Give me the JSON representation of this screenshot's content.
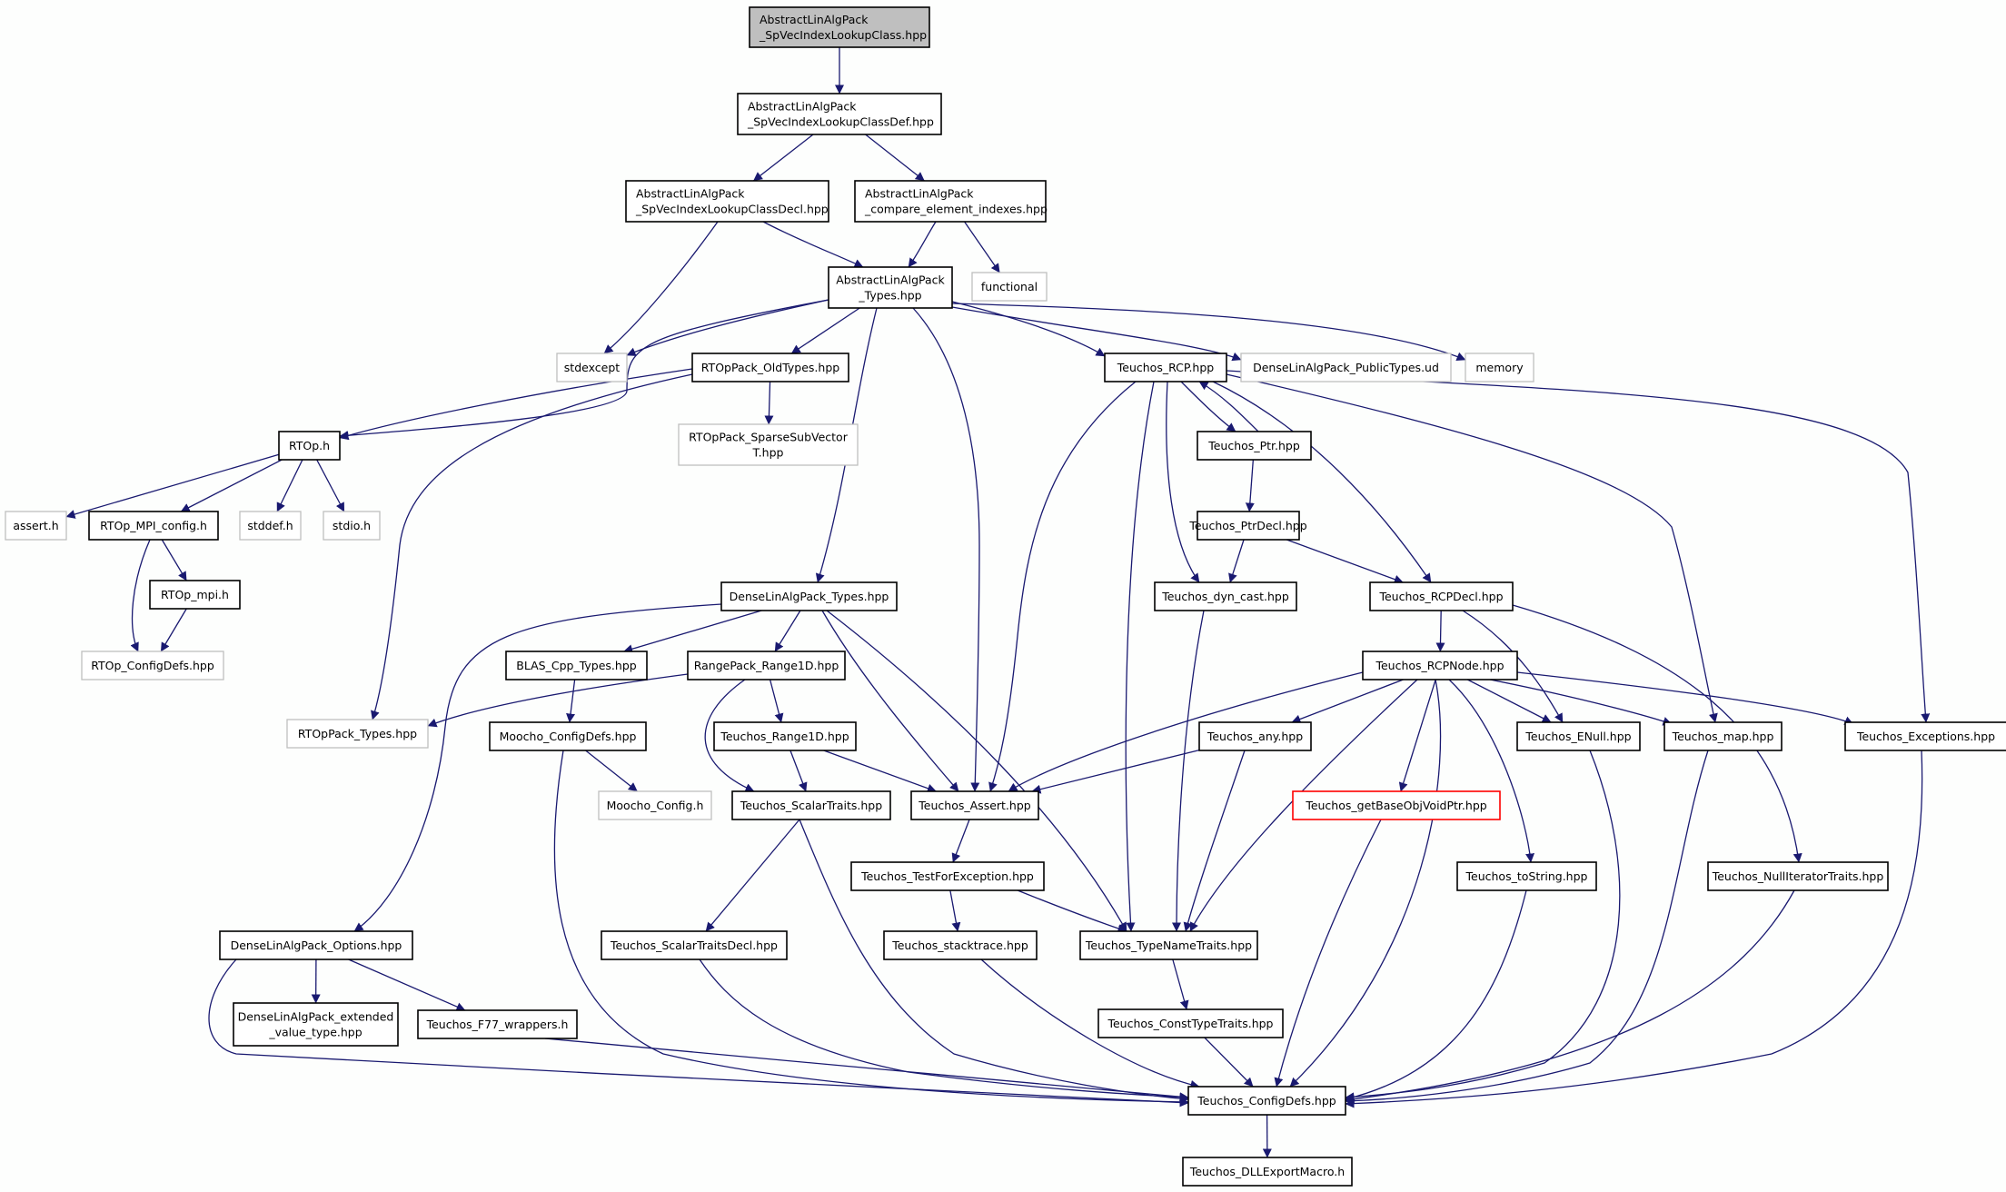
{
  "title": "",
  "nodes": [
    {
      "id": "root",
      "lines": [
        "AbstractLinAlgPack",
        "_SpVecIndexLookupClass.hpp"
      ],
      "kind": "root",
      "align": "left"
    },
    {
      "id": "def",
      "lines": [
        "AbstractLinAlgPack",
        "_SpVecIndexLookupClassDef.hpp"
      ],
      "kind": "normal",
      "align": "left"
    },
    {
      "id": "decl",
      "lines": [
        "AbstractLinAlgPack",
        "_SpVecIndexLookupClassDecl.hpp"
      ],
      "kind": "normal",
      "align": "left"
    },
    {
      "id": "cmp",
      "lines": [
        "AbstractLinAlgPack",
        "_compare_element_indexes.hpp"
      ],
      "kind": "normal",
      "align": "left"
    },
    {
      "id": "types",
      "lines": [
        "AbstractLinAlgPack",
        "_Types.hpp"
      ],
      "kind": "normal",
      "align": "center"
    },
    {
      "id": "functional",
      "lines": [
        "functional"
      ],
      "kind": "external",
      "align": "center"
    },
    {
      "id": "stdexcept",
      "lines": [
        "stdexcept"
      ],
      "kind": "external",
      "align": "center"
    },
    {
      "id": "oldtypes",
      "lines": [
        "RTOpPack_OldTypes.hpp"
      ],
      "kind": "normal",
      "align": "center"
    },
    {
      "id": "rcp",
      "lines": [
        "Teuchos_RCP.hpp"
      ],
      "kind": "normal",
      "align": "center"
    },
    {
      "id": "dlapubud",
      "lines": [
        "DenseLinAlgPack_PublicTypes.ud"
      ],
      "kind": "external",
      "align": "center"
    },
    {
      "id": "memory",
      "lines": [
        "memory"
      ],
      "kind": "external",
      "align": "center"
    },
    {
      "id": "rtoph",
      "lines": [
        "RTOp.h"
      ],
      "kind": "normal",
      "align": "center"
    },
    {
      "id": "sparsesub",
      "lines": [
        "RTOpPack_SparseSubVector",
        "T.hpp"
      ],
      "kind": "external",
      "align": "center"
    },
    {
      "id": "ptr",
      "lines": [
        "Teuchos_Ptr.hpp"
      ],
      "kind": "normal",
      "align": "center"
    },
    {
      "id": "asserth",
      "lines": [
        "assert.h"
      ],
      "kind": "external",
      "align": "center"
    },
    {
      "id": "mpiconfig",
      "lines": [
        "RTOp_MPI_config.h"
      ],
      "kind": "normal",
      "align": "center"
    },
    {
      "id": "stddef",
      "lines": [
        "stddef.h"
      ],
      "kind": "external",
      "align": "center"
    },
    {
      "id": "stdio",
      "lines": [
        "stdio.h"
      ],
      "kind": "external",
      "align": "center"
    },
    {
      "id": "ptrdecl",
      "lines": [
        "Teuchos_PtrDecl.hpp"
      ],
      "kind": "normal",
      "align": "center"
    },
    {
      "id": "rtopmpi",
      "lines": [
        "RTOp_mpi.h"
      ],
      "kind": "normal",
      "align": "center"
    },
    {
      "id": "dlatypes",
      "lines": [
        "DenseLinAlgPack_Types.hpp"
      ],
      "kind": "normal",
      "align": "center"
    },
    {
      "id": "dyncast",
      "lines": [
        "Teuchos_dyn_cast.hpp"
      ],
      "kind": "normal",
      "align": "center"
    },
    {
      "id": "rcpdecl",
      "lines": [
        "Teuchos_RCPDecl.hpp"
      ],
      "kind": "normal",
      "align": "center"
    },
    {
      "id": "rtopconfig",
      "lines": [
        "RTOp_ConfigDefs.hpp"
      ],
      "kind": "external",
      "align": "center"
    },
    {
      "id": "blas",
      "lines": [
        "BLAS_Cpp_Types.hpp"
      ],
      "kind": "normal",
      "align": "center"
    },
    {
      "id": "range1dpack",
      "lines": [
        "RangePack_Range1D.hpp"
      ],
      "kind": "normal",
      "align": "center"
    },
    {
      "id": "rcpnode",
      "lines": [
        "Teuchos_RCPNode.hpp"
      ],
      "kind": "normal",
      "align": "center"
    },
    {
      "id": "rtoptypes",
      "lines": [
        "RTOpPack_Types.hpp"
      ],
      "kind": "external",
      "align": "center"
    },
    {
      "id": "moochoconfigdefs",
      "lines": [
        "Moocho_ConfigDefs.hpp"
      ],
      "kind": "normal",
      "align": "center"
    },
    {
      "id": "range1d",
      "lines": [
        "Teuchos_Range1D.hpp"
      ],
      "kind": "normal",
      "align": "center"
    },
    {
      "id": "any",
      "lines": [
        "Teuchos_any.hpp"
      ],
      "kind": "normal",
      "align": "center"
    },
    {
      "id": "enull",
      "lines": [
        "Teuchos_ENull.hpp"
      ],
      "kind": "normal",
      "align": "center"
    },
    {
      "id": "map",
      "lines": [
        "Teuchos_map.hpp"
      ],
      "kind": "normal",
      "align": "center"
    },
    {
      "id": "exceptions",
      "lines": [
        "Teuchos_Exceptions.hpp"
      ],
      "kind": "normal",
      "align": "center"
    },
    {
      "id": "moochoconfig",
      "lines": [
        "Moocho_Config.h"
      ],
      "kind": "external",
      "align": "center"
    },
    {
      "id": "scalartraits",
      "lines": [
        "Teuchos_ScalarTraits.hpp"
      ],
      "kind": "normal",
      "align": "center"
    },
    {
      "id": "assert",
      "lines": [
        "Teuchos_Assert.hpp"
      ],
      "kind": "normal",
      "align": "center"
    },
    {
      "id": "getbase",
      "lines": [
        "Teuchos_getBaseObjVoidPtr.hpp"
      ],
      "kind": "red",
      "align": "center"
    },
    {
      "id": "testforexc",
      "lines": [
        "Teuchos_TestForException.hpp"
      ],
      "kind": "normal",
      "align": "center"
    },
    {
      "id": "tostring",
      "lines": [
        "Teuchos_toString.hpp"
      ],
      "kind": "normal",
      "align": "center"
    },
    {
      "id": "nulliter",
      "lines": [
        "Teuchos_NullIteratorTraits.hpp"
      ],
      "kind": "normal",
      "align": "center"
    },
    {
      "id": "options",
      "lines": [
        "DenseLinAlgPack_Options.hpp"
      ],
      "kind": "normal",
      "align": "center"
    },
    {
      "id": "scalartraitsdecl",
      "lines": [
        "Teuchos_ScalarTraitsDecl.hpp"
      ],
      "kind": "normal",
      "align": "center"
    },
    {
      "id": "stacktrace",
      "lines": [
        "Teuchos_stacktrace.hpp"
      ],
      "kind": "normal",
      "align": "center"
    },
    {
      "id": "typenametraits",
      "lines": [
        "Teuchos_TypeNameTraits.hpp"
      ],
      "kind": "normal",
      "align": "center"
    },
    {
      "id": "extended",
      "lines": [
        "DenseLinAlgPack_extended",
        "_value_type.hpp"
      ],
      "kind": "normal",
      "align": "center"
    },
    {
      "id": "f77",
      "lines": [
        "Teuchos_F77_wrappers.h"
      ],
      "kind": "normal",
      "align": "center"
    },
    {
      "id": "consttypetraits",
      "lines": [
        "Teuchos_ConstTypeTraits.hpp"
      ],
      "kind": "normal",
      "align": "center"
    },
    {
      "id": "configdefs",
      "lines": [
        "Teuchos_ConfigDefs.hpp"
      ],
      "kind": "normal",
      "align": "center"
    },
    {
      "id": "dllexport",
      "lines": [
        "Teuchos_DLLExportMacro.h"
      ],
      "kind": "normal",
      "align": "center"
    }
  ],
  "edges": [
    [
      "root",
      "def"
    ],
    [
      "def",
      "decl"
    ],
    [
      "def",
      "cmp"
    ],
    [
      "decl",
      "stdexcept"
    ],
    [
      "decl",
      "types"
    ],
    [
      "cmp",
      "types"
    ],
    [
      "cmp",
      "functional"
    ],
    [
      "types",
      "stdexcept"
    ],
    [
      "types",
      "rtoph"
    ],
    [
      "types",
      "oldtypes"
    ],
    [
      "types",
      "dlatypes"
    ],
    [
      "types",
      "assert"
    ],
    [
      "types",
      "rcp"
    ],
    [
      "types",
      "dlapubud"
    ],
    [
      "types",
      "memory"
    ],
    [
      "oldtypes",
      "rtoph"
    ],
    [
      "oldtypes",
      "sparsesub"
    ],
    [
      "oldtypes",
      "rtoptypes"
    ],
    [
      "rtoph",
      "asserth"
    ],
    [
      "rtoph",
      "mpiconfig"
    ],
    [
      "rtoph",
      "stddef"
    ],
    [
      "rtoph",
      "stdio"
    ],
    [
      "mpiconfig",
      "rtopmpi"
    ],
    [
      "mpiconfig",
      "rtopconfig"
    ],
    [
      "rtopmpi",
      "rtopconfig"
    ],
    [
      "rcp",
      "ptr"
    ],
    [
      "ptr",
      "rcp"
    ],
    [
      "rcp",
      "assert"
    ],
    [
      "rcp",
      "typenametraits"
    ],
    [
      "rcp",
      "dyncast"
    ],
    [
      "rcp",
      "rcpdecl"
    ],
    [
      "rcp",
      "map"
    ],
    [
      "rcp",
      "exceptions"
    ],
    [
      "ptr",
      "ptrdecl"
    ],
    [
      "ptrdecl",
      "dyncast"
    ],
    [
      "ptrdecl",
      "rcpdecl"
    ],
    [
      "dyncast",
      "typenametraits"
    ],
    [
      "rcpdecl",
      "rcpnode"
    ],
    [
      "rcpdecl",
      "enull"
    ],
    [
      "rcpdecl",
      "nulliter"
    ],
    [
      "rcpnode",
      "assert"
    ],
    [
      "rcpnode",
      "any"
    ],
    [
      "rcpnode",
      "typenametraits"
    ],
    [
      "rcpnode",
      "getbase"
    ],
    [
      "rcpnode",
      "configdefs"
    ],
    [
      "rcpnode",
      "tostring"
    ],
    [
      "rcpnode",
      "enull"
    ],
    [
      "rcpnode",
      "map"
    ],
    [
      "rcpnode",
      "exceptions"
    ],
    [
      "dlatypes",
      "options"
    ],
    [
      "dlatypes",
      "blas"
    ],
    [
      "dlatypes",
      "range1dpack"
    ],
    [
      "dlatypes",
      "assert"
    ],
    [
      "dlatypes",
      "typenametraits"
    ],
    [
      "blas",
      "moochoconfigdefs"
    ],
    [
      "range1dpack",
      "rtoptypes"
    ],
    [
      "range1dpack",
      "range1d"
    ],
    [
      "range1dpack",
      "scalartraits"
    ],
    [
      "moochoconfigdefs",
      "moochoconfig"
    ],
    [
      "moochoconfigdefs",
      "configdefs"
    ],
    [
      "range1d",
      "scalartraits"
    ],
    [
      "range1d",
      "assert"
    ],
    [
      "any",
      "assert"
    ],
    [
      "any",
      "typenametraits"
    ],
    [
      "scalartraits",
      "scalartraitsdecl"
    ],
    [
      "scalartraits",
      "configdefs"
    ],
    [
      "assert",
      "testforexc"
    ],
    [
      "testforexc",
      "stacktrace"
    ],
    [
      "testforexc",
      "typenametraits"
    ],
    [
      "getbase",
      "configdefs"
    ],
    [
      "tostring",
      "configdefs"
    ],
    [
      "enull",
      "configdefs"
    ],
    [
      "map",
      "configdefs"
    ],
    [
      "exceptions",
      "configdefs"
    ],
    [
      "nulliter",
      "configdefs"
    ],
    [
      "options",
      "extended"
    ],
    [
      "options",
      "f77"
    ],
    [
      "options",
      "configdefs"
    ],
    [
      "scalartraitsdecl",
      "configdefs"
    ],
    [
      "stacktrace",
      "configdefs"
    ],
    [
      "typenametraits",
      "consttypetraits"
    ],
    [
      "consttypetraits",
      "configdefs"
    ],
    [
      "f77",
      "configdefs"
    ],
    [
      "configdefs",
      "dllexport"
    ]
  ],
  "colors": {
    "edge": "#191970",
    "border_normal": "#000000",
    "border_external": "#bfbfbf",
    "border_red": "#ff0000",
    "root_fill": "#bfbfbf",
    "bg": "#fdfefd"
  }
}
